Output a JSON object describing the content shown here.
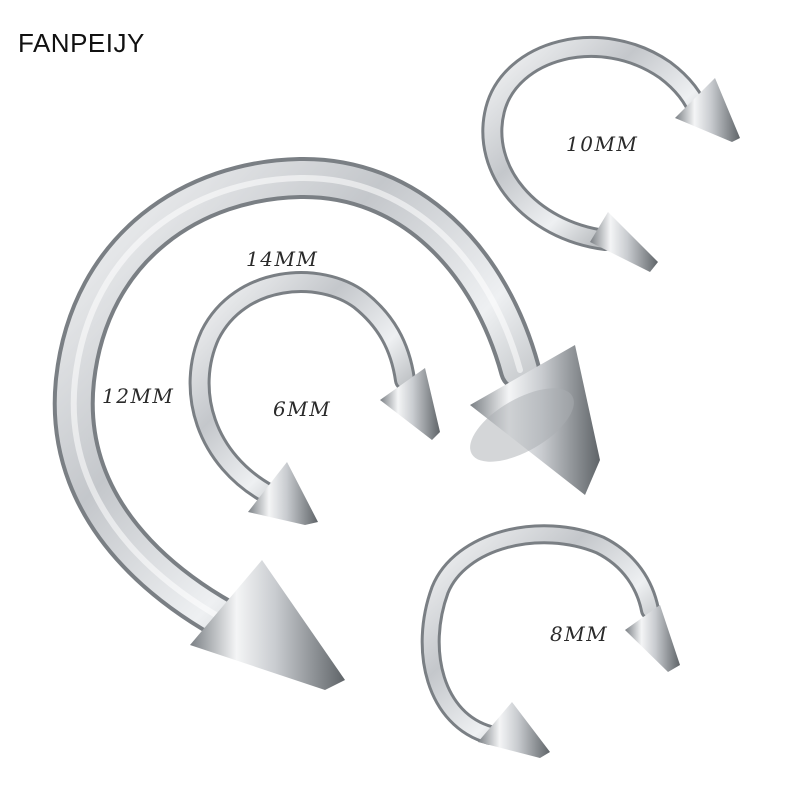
{
  "brand": "FANPEIJY",
  "product": {
    "metal_light": "#f6f7f8",
    "metal_mid": "#c4c7cb",
    "metal_dark": "#6e7378"
  },
  "labels": {
    "size_14": "14MM",
    "size_12": "12MM",
    "size_10": "10MM",
    "size_8": "8MM",
    "size_6": "6MM"
  }
}
